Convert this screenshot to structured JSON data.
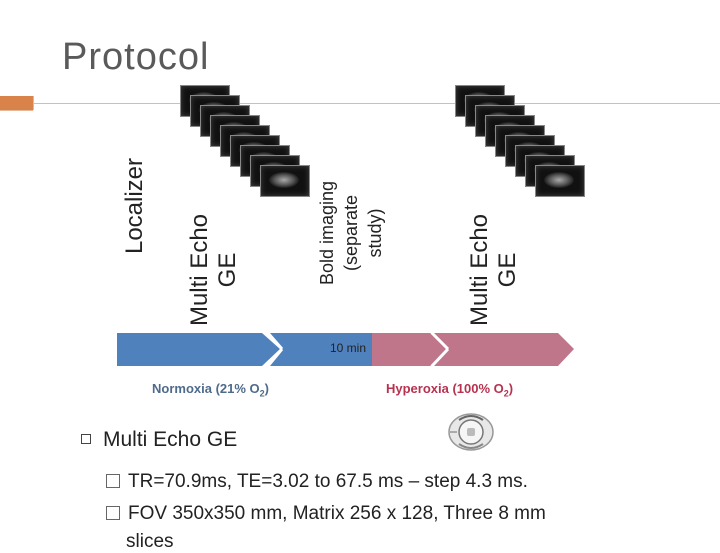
{
  "slide": {
    "title": "Protocol",
    "labels": {
      "localizer": "Localizer",
      "multi_echo_1_line1": "Multi Echo",
      "multi_echo_1_line2": "GE",
      "bold_line1": "Bold imaging",
      "bold_line2": "(separate",
      "bold_line3": "study)",
      "multi_echo_2_line1": "Multi Echo",
      "multi_echo_2_line2": "GE"
    },
    "timeline": {
      "duration_label": "10 min",
      "normoxia_color": "#4f81bd",
      "hyperoxia_color": "#c0768a"
    },
    "conditions": {
      "normoxia_prefix": "Normoxia (21% O",
      "normoxia_sub": "2",
      "normoxia_suffix": ")",
      "hyperoxia_prefix": "Hyperoxia (100% O",
      "hyperoxia_sub": "2",
      "hyperoxia_suffix": ")"
    },
    "bullets": {
      "main": "Multi Echo GE",
      "sub1": "TR=70.9ms, TE=3.02 to 67.5 ms – step 4.3 ms.",
      "sub2": "FOV 350x350 mm, Matrix 256 x 128, Three 8 mm",
      "sub2_cont": "slices"
    },
    "colors": {
      "title_accent": "#d9834a",
      "text": "#222222"
    }
  }
}
